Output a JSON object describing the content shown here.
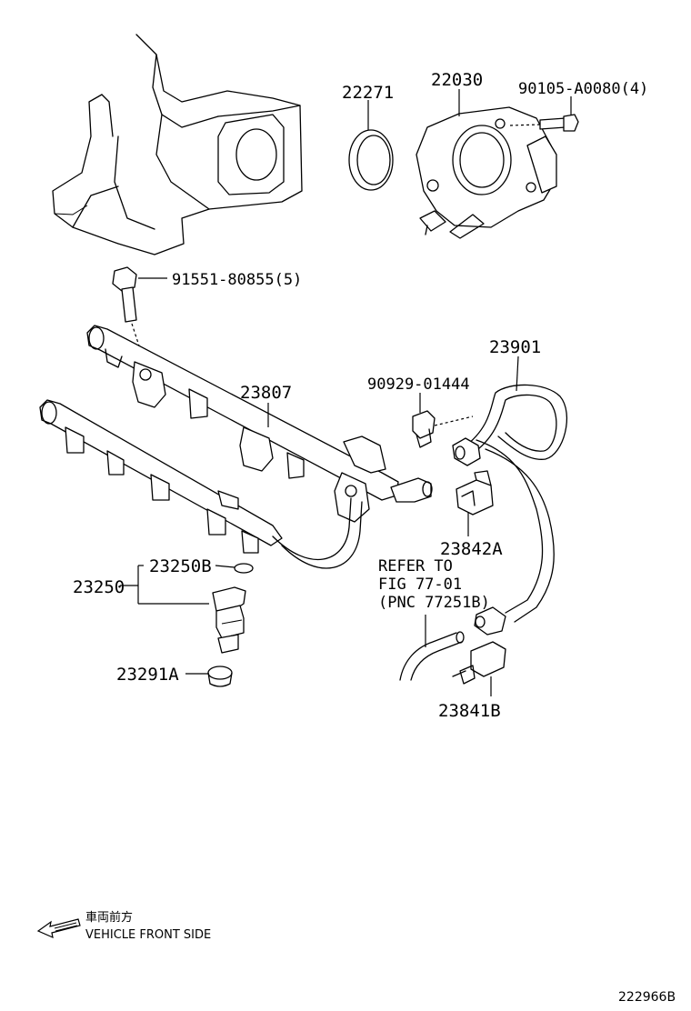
{
  "labels": {
    "l22271": "22271",
    "l22030": "22030",
    "l90105": "90105-A0080(4)",
    "l91551": "91551-80855(5)",
    "l23807": "23807",
    "l23901": "23901",
    "l90929": "90929-01444",
    "l23842A": "23842A",
    "l23250B": "23250B",
    "l23250": "23250",
    "l23291A": "23291A",
    "l23841B": "23841B"
  },
  "refer_note": {
    "line1": "REFER TO",
    "line2": "FIG 77-01",
    "line3": "(PNC 77251B)"
  },
  "direction": {
    "japanese": "車両前方",
    "english": "VEHICLE FRONT SIDE"
  },
  "figure_code": "222966B",
  "icons": {
    "front_arrow": "left-arrow-icon"
  }
}
